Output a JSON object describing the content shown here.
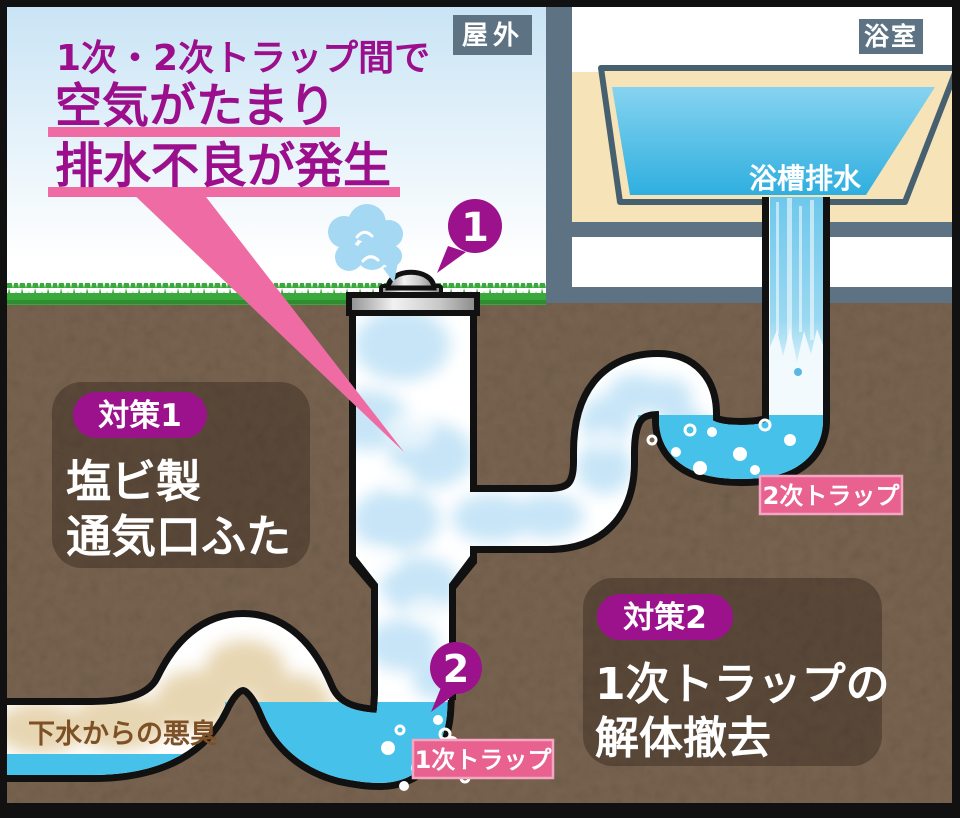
{
  "headline": {
    "line1": "1次・2次トラップ間で",
    "line2": "空気がたまり",
    "line3": "排水不良が発生"
  },
  "scene": {
    "outdoor": "屋外",
    "bathroom": "浴室",
    "bath_drain": "浴槽排水",
    "sewer_smell": "下水からの悪臭"
  },
  "traps": {
    "secondary": "2次トラップ",
    "primary": "1次トラップ"
  },
  "badges": {
    "n1": "1",
    "n2": "2"
  },
  "countermeasure1": {
    "badge": "対策1",
    "line1": "塩ビ製",
    "line2": "通気口ふた"
  },
  "countermeasure2": {
    "badge": "対策2",
    "line1": "1次トラップの",
    "line2": "解体撤去"
  },
  "colors": {
    "headline_purple": "#9c0f8c",
    "accent_pink": "#ee6ba3",
    "badge_purple": "#9c128c",
    "trap_label_pink": "#e8618f",
    "water_cyan": "#45c1ea",
    "tub_water_top": "#83d2ef",
    "tub_water_bottom": "#2fafdf",
    "soil_brown": "#78634f",
    "grass_green": "#3aa93c",
    "wall_slate": "#5d7384",
    "cream": "#f7e3b8",
    "sky_blue": "#c9e4f5",
    "smell_text_brown": "#7d5026"
  }
}
